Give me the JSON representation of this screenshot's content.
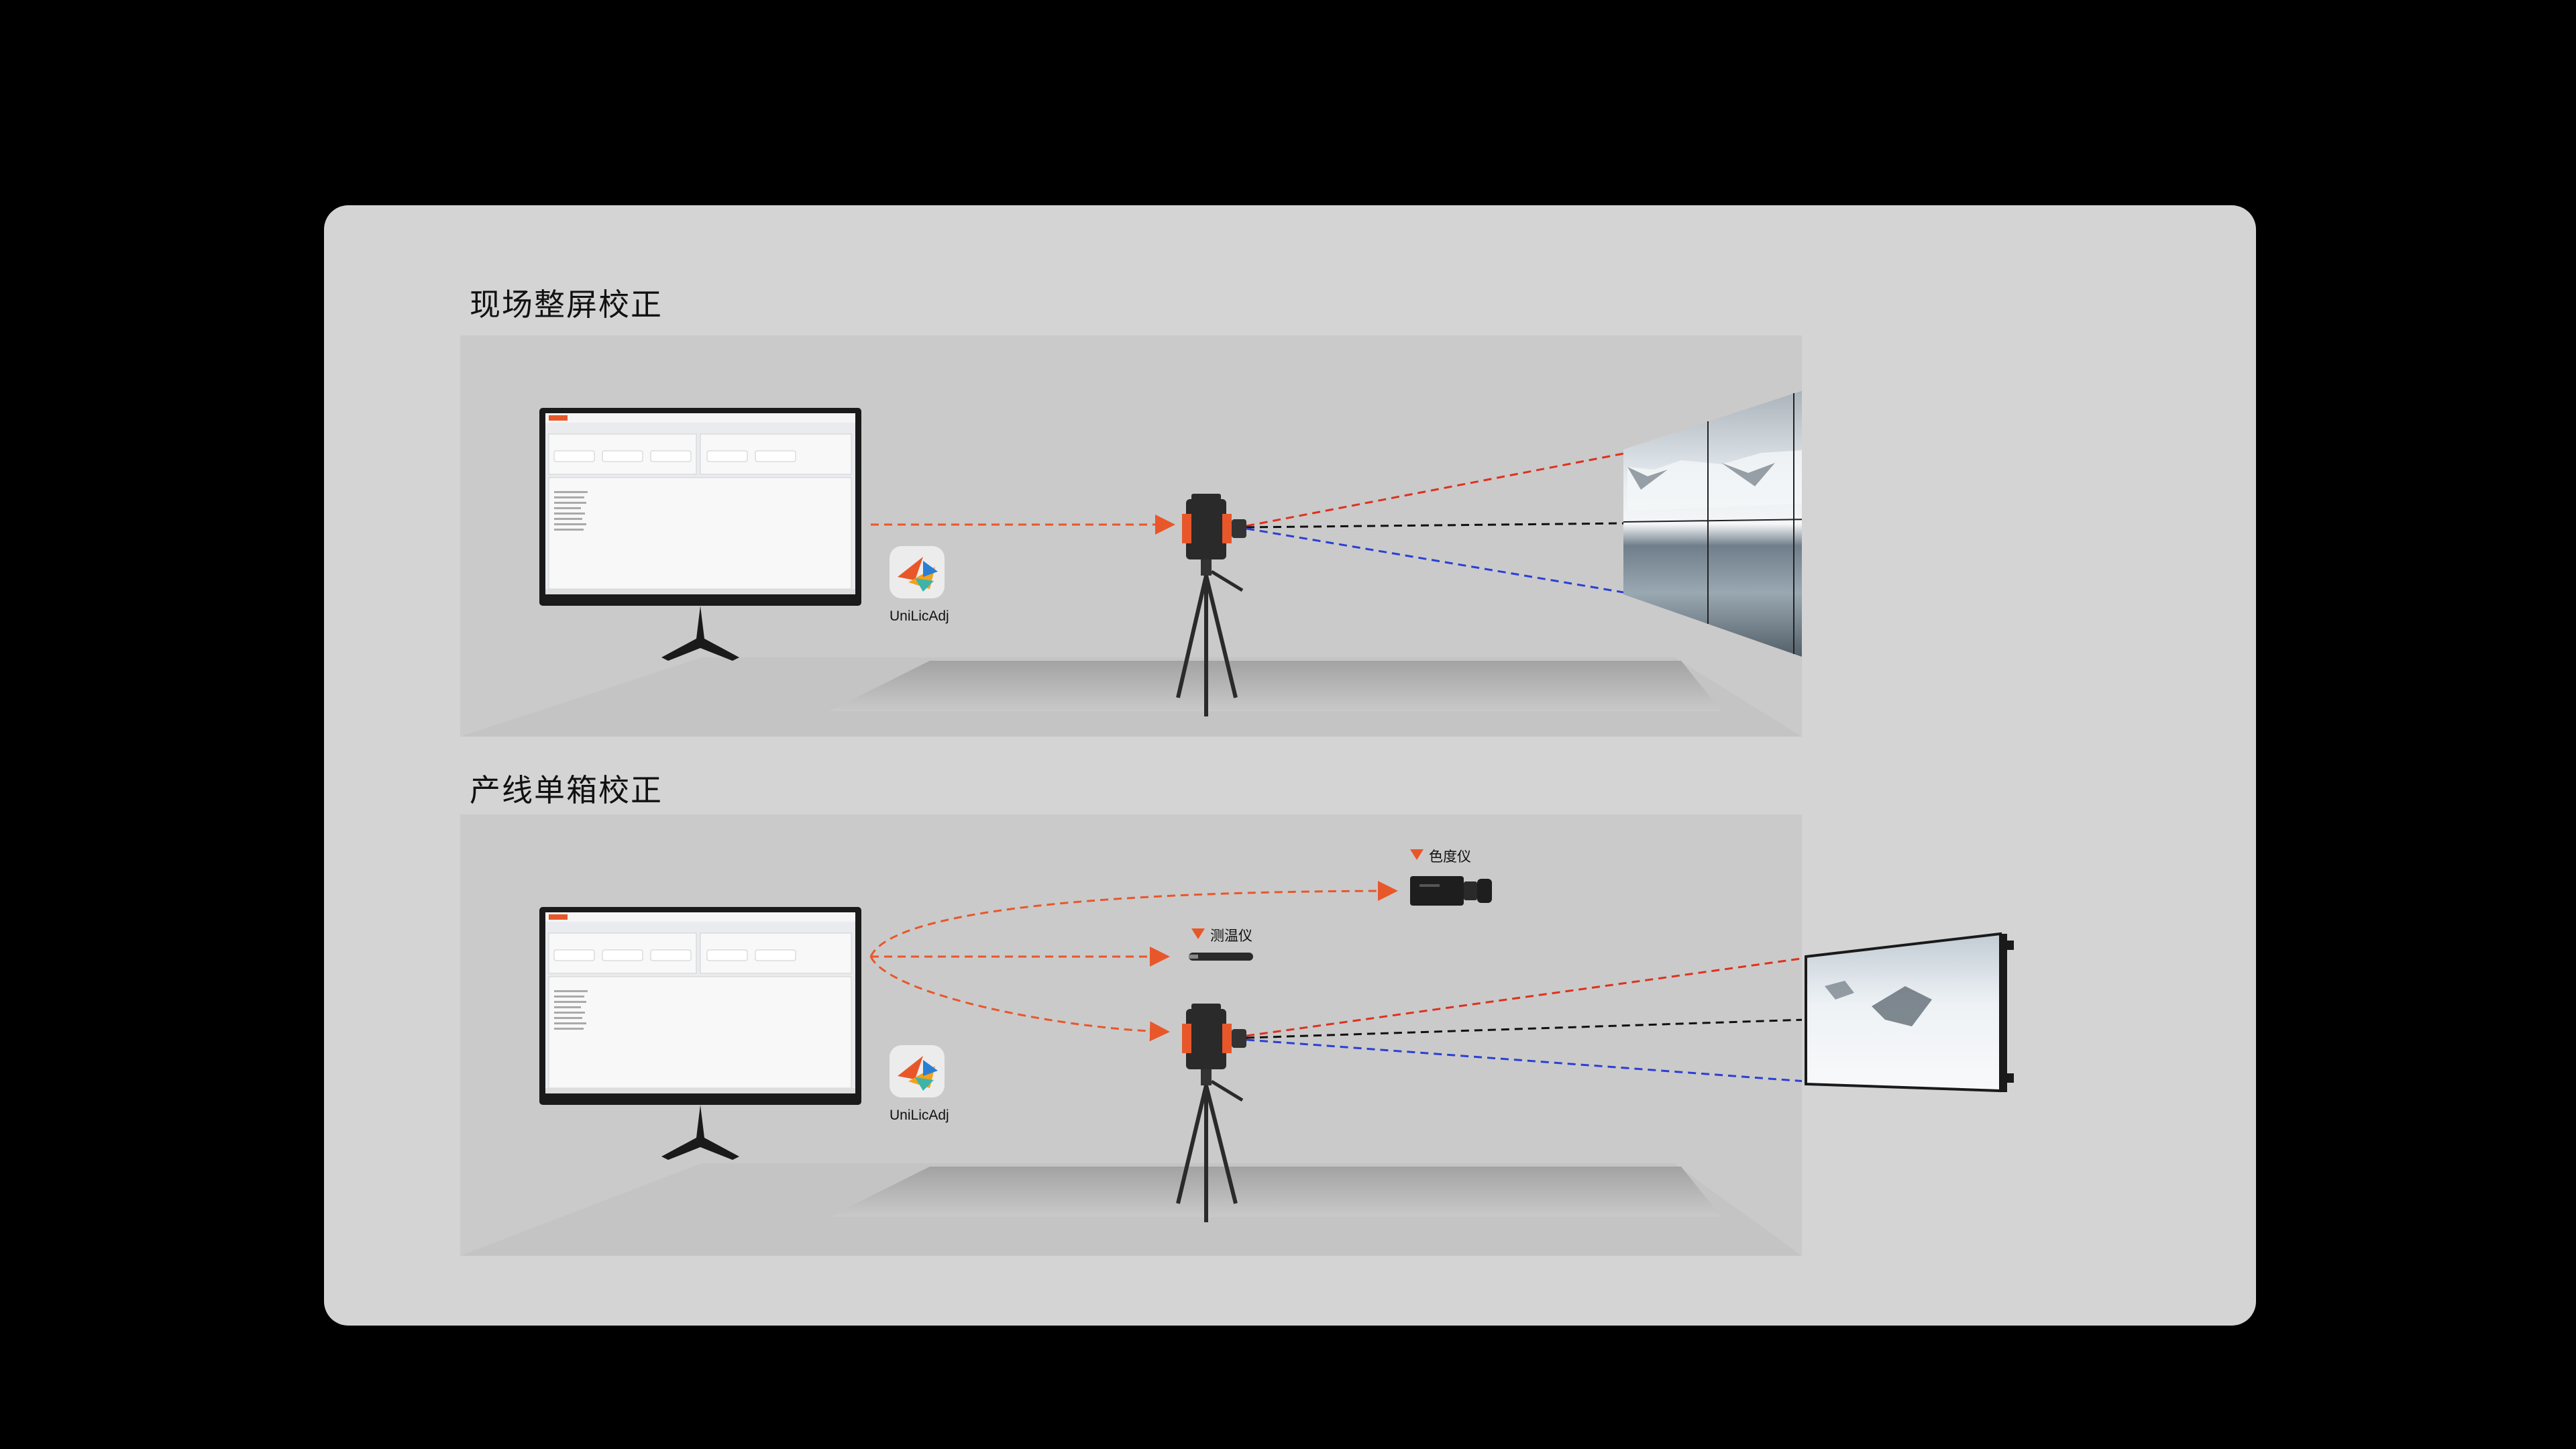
{
  "sections": [
    {
      "title": "现场整屏校正",
      "app_name": "UniLicAdj"
    },
    {
      "title": "产线单箱校正",
      "app_name": "UniLicAdj",
      "devices": {
        "colorimeter": "色度仪",
        "thermometer": "测温仪"
      }
    }
  ],
  "colors": {
    "background": "#000000",
    "card": "#d4d4d4",
    "accent_orange": "#e8572a",
    "red_line": "#e0301e",
    "blue_line": "#2a3fd4",
    "black_line": "#111111"
  },
  "icons": [
    "monitor-icon",
    "app-logo-icon",
    "camera-on-tripod-icon",
    "led-video-wall-icon",
    "colorimeter-icon",
    "thermometer-probe-icon",
    "led-cabinet-icon"
  ]
}
